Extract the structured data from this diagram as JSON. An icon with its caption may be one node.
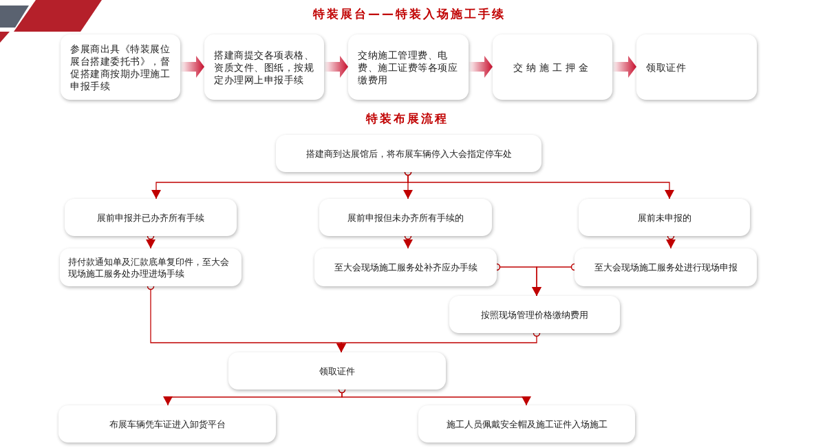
{
  "diagram": {
    "title": "特装展台——特装入场施工手续",
    "nodes": [
      {
        "text": [
          "参展商出具《特装展位展台搭建委托书》，督促搭建商按期办理施工申报手续"
        ]
      },
      {
        "text": [
          "搭建商提交各项表格、资质文件、图纸，按规定办理网上申报手续"
        ]
      },
      {
        "text": [
          "交纳施工管理费、电费、施工证费等各项应缴费用"
        ]
      },
      {
        "text": [
          "交纳施工押金"
        ]
      },
      {
        "text": [
          "领取证件"
        ]
      },
      {
        "text": [
          "搭建商到达展馆后，将布展车辆停入大会指定停车处"
        ]
      },
      {
        "text": [
          "展前申报并已办齐所有手续"
        ]
      },
      {
        "text": [
          "展前申报但未办齐所有手续的"
        ]
      },
      {
        "text": [
          "展前未申报的"
        ]
      },
      {
        "text": [
          "持付款通知单及汇款底单复印件，至大会现场施工服务处办理进场手续"
        ]
      },
      {
        "text": [
          "至大会现场施工服务处补齐应办手续"
        ]
      },
      {
        "text": [
          "至大会现场施工服务处进行现场申报"
        ]
      },
      {
        "text": [
          "按照现场管理价格缴纳费用"
        ]
      },
      {
        "text": [
          "领取证件"
        ]
      },
      {
        "text": [
          "布展车辆凭车证进入卸货平台"
        ]
      },
      {
        "text": [
          "施工人员佩戴安全帽及施工证件入场施工"
        ]
      }
    ],
    "edges": [
      {
        "from": 0,
        "to": 1,
        "arrow": "to",
        "style": "thick"
      },
      {
        "from": 1,
        "to": 2,
        "arrow": "to",
        "style": "thick"
      },
      {
        "from": 2,
        "to": 3,
        "arrow": "to",
        "style": "thick"
      },
      {
        "from": 3,
        "to": 4,
        "arrow": "to",
        "style": "thick"
      },
      {
        "from": 5,
        "to": 6,
        "arrow": "to"
      },
      {
        "from": 5,
        "to": 7,
        "arrow": "to"
      },
      {
        "from": 5,
        "to": 8,
        "arrow": "to"
      },
      {
        "from": 6,
        "to": 9,
        "arrow": "to"
      },
      {
        "from": 7,
        "to": 10,
        "arrow": "to"
      },
      {
        "from": 8,
        "to": 11,
        "arrow": "to"
      },
      {
        "from": 10,
        "to": 12,
        "arrow": "to"
      },
      {
        "from": 11,
        "to": 12,
        "arrow": "to"
      },
      {
        "from": 9,
        "to": 13,
        "arrow": "to"
      },
      {
        "from": 12,
        "to": 13,
        "arrow": "to"
      },
      {
        "from": 13,
        "to": 14,
        "arrow": "to"
      },
      {
        "from": 13,
        "to": 15,
        "arrow": "to"
      }
    ],
    "labels": [
      "特装布展流程"
    ]
  }
}
